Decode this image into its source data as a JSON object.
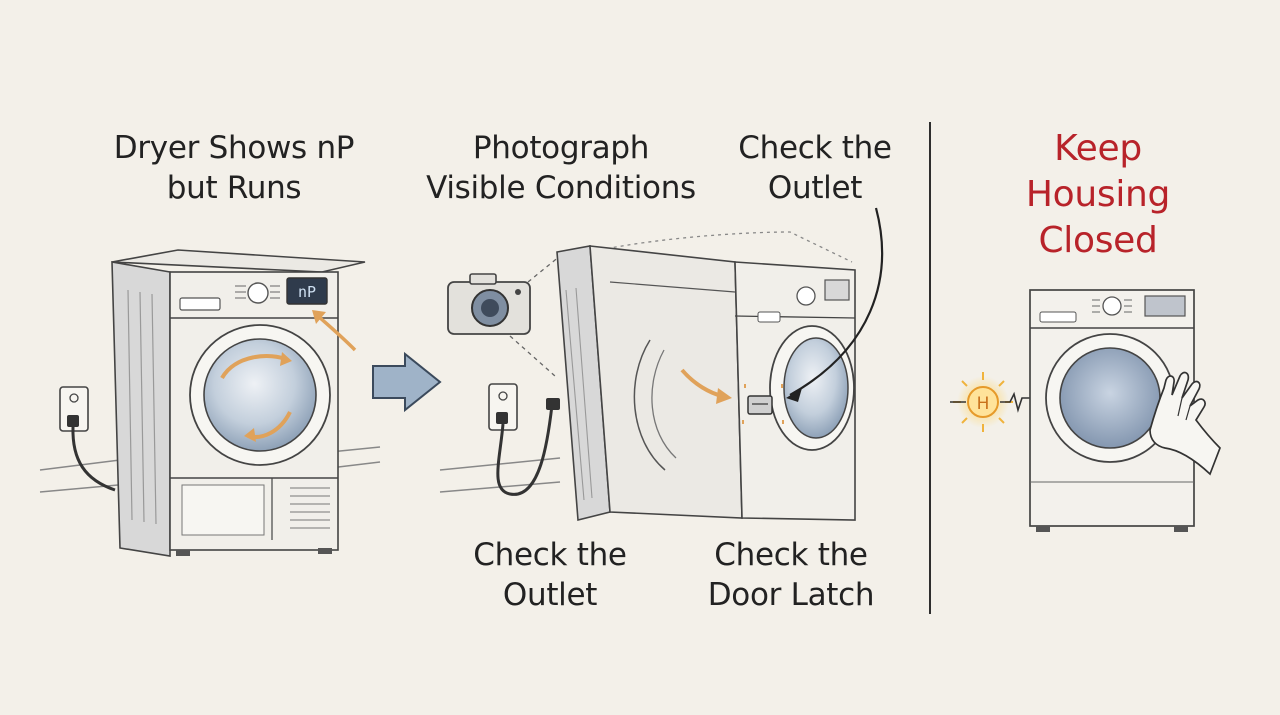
{
  "panels": {
    "problem": {
      "line1": "Dryer Shows nP",
      "line2": "but Runs",
      "display_code": "nP"
    },
    "photograph": {
      "line1": "Photograph",
      "line2": "Visible Conditions"
    },
    "outlet_top": {
      "line1": "Check the",
      "line2": "Outlet"
    },
    "outlet_bottom": {
      "line1": "Check the",
      "line2": "Outlet"
    },
    "latch": {
      "line1": "Check the",
      "line2": "Door Latch"
    },
    "warning": {
      "line1": "Keep",
      "line2": "Housing",
      "line3": "Closed",
      "badge_letter": "H"
    }
  },
  "colors": {
    "background": "#f3f0e9",
    "ink": "#222222",
    "warning_red": "#b8232a",
    "arrow_orange": "#e0a25a",
    "flow_arrow_blue": "#9fb3c8",
    "glass_blue": "#a9b9cc"
  },
  "icons": [
    "camera-icon",
    "outlet-icon",
    "flow-arrow-icon",
    "heat-warning-icon",
    "hand-icon"
  ]
}
